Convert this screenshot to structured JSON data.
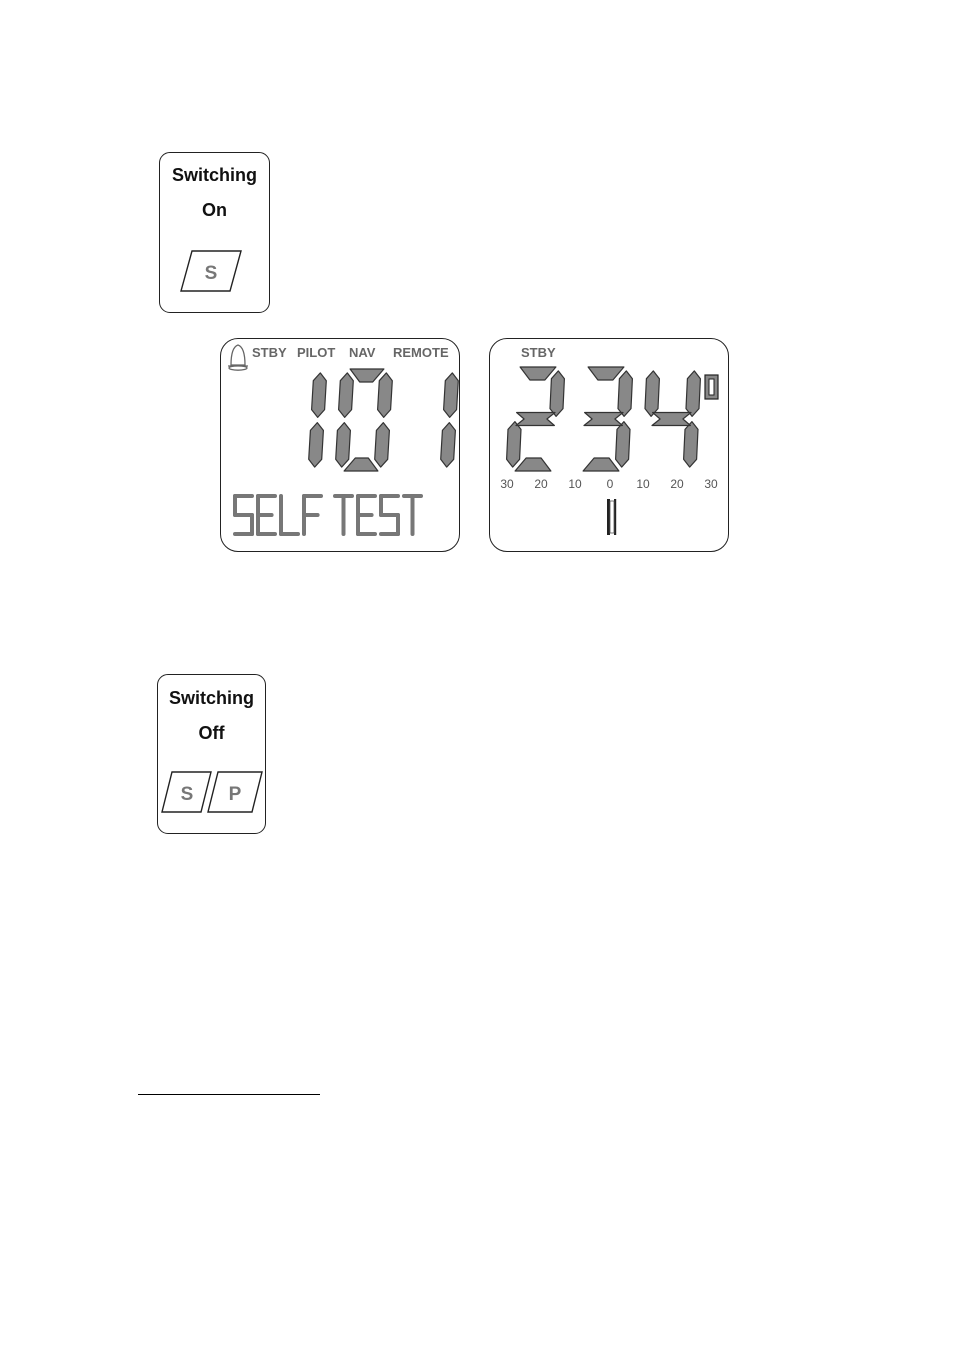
{
  "switch_on": {
    "title_line1": "Switching",
    "title_line2": "On",
    "keys": [
      "S"
    ]
  },
  "switch_off": {
    "title_line1": "Switching",
    "title_line2": "Off",
    "keys": [
      "S",
      "P"
    ]
  },
  "lcd_left": {
    "icon": "alarm-bell-icon",
    "modes": [
      "STBY",
      "PILOT",
      "NAV",
      "REMOTE"
    ],
    "value": "101",
    "message": "SELF TEST"
  },
  "lcd_right": {
    "mode": "STBY",
    "value": "234",
    "degree_glyph": "0",
    "scale_ticks": [
      "30",
      "20",
      "10",
      "0",
      "10",
      "20",
      "30"
    ]
  },
  "colors": {
    "segment_fill": "#888888",
    "segment_stroke": "#333333",
    "label_gray": "#666666"
  }
}
